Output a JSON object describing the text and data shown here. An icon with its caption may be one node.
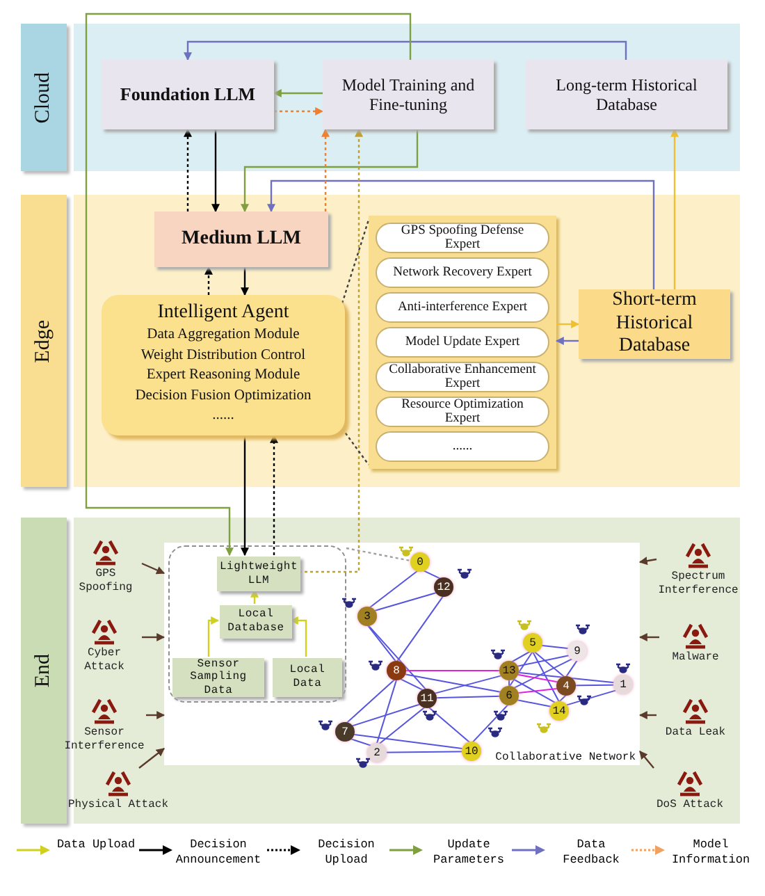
{
  "diagram": {
    "nodes": [
      {
        "text": [
          "Cloud"
        ]
      },
      {
        "text": [
          "Foundation LLM"
        ],
        "in": 0
      },
      {
        "text": [
          "Model Training and Fine-tuning"
        ],
        "in": 0
      },
      {
        "text": [
          "Long-term Historical Database"
        ],
        "in": 0
      },
      {
        "text": [
          "Edge"
        ]
      },
      {
        "text": [
          "Medium LLM"
        ],
        "in": 4
      },
      {
        "text": [
          "Intelligent Agent",
          "Data Aggregation Module",
          "Weight Distribution Control",
          "Expert Reasoning Module",
          "Decision Fusion Optimization",
          "......"
        ],
        "in": 4
      },
      {
        "text": [],
        "shape": "box",
        "in": 4
      },
      {
        "text": [
          "GPS Spoofing Defense Expert"
        ],
        "in": 7
      },
      {
        "text": [
          "Network Recovery Expert"
        ],
        "in": 7
      },
      {
        "text": [
          "Anti-interference Expert"
        ],
        "in": 7
      },
      {
        "text": [
          "Model Update Expert"
        ],
        "in": 7
      },
      {
        "text": [
          "Collaborative Enhancement Expert"
        ],
        "in": 7
      },
      {
        "text": [
          "Resource Optimization Expert"
        ],
        "in": 7
      },
      {
        "text": [
          "......"
        ],
        "in": 7
      },
      {
        "text": [
          "Short-term Historical Database"
        ],
        "in": 4
      },
      {
        "text": [
          "End"
        ]
      },
      {
        "text": [
          "GPS Spoofing"
        ],
        "in": 16
      },
      {
        "text": [
          "Cyber Attack"
        ],
        "in": 16
      },
      {
        "text": [
          "Sensor Interference"
        ],
        "in": 16
      },
      {
        "text": [
          "Physical Attack"
        ],
        "in": 16
      },
      {
        "text": [
          "Collaborative Network"
        ],
        "in": 16
      },
      {
        "text": [],
        "shape": "box",
        "in": 21
      },
      {
        "text": [
          "Lightweight LLM"
        ],
        "in": 22
      },
      {
        "text": [
          "Local Database"
        ],
        "in": 22
      },
      {
        "text": [
          "Sensor Sampling Data"
        ],
        "in": 22
      },
      {
        "text": [
          "Local Data"
        ],
        "in": 22
      },
      {
        "text": [
          "0"
        ],
        "in": 21
      },
      {
        "text": [
          "1"
        ],
        "in": 21
      },
      {
        "text": [
          "2"
        ],
        "in": 21
      },
      {
        "text": [
          "3"
        ],
        "in": 21
      },
      {
        "text": [
          "4"
        ],
        "in": 21
      },
      {
        "text": [
          "5"
        ],
        "in": 21
      },
      {
        "text": [
          "6"
        ],
        "in": 21
      },
      {
        "text": [
          "7"
        ],
        "in": 21
      },
      {
        "text": [
          "8"
        ],
        "in": 21
      },
      {
        "text": [
          "9"
        ],
        "in": 21
      },
      {
        "text": [
          "10"
        ],
        "in": 21
      },
      {
        "text": [
          "11"
        ],
        "in": 21
      },
      {
        "text": [
          "12"
        ],
        "in": 21
      },
      {
        "text": [
          "13"
        ],
        "in": 21
      },
      {
        "text": [
          "14"
        ],
        "in": 21
      },
      {
        "text": [
          "Spectrum Interference"
        ],
        "in": 16
      },
      {
        "text": [
          "Malware"
        ],
        "in": 16
      },
      {
        "text": [
          "Data Leak"
        ],
        "in": 16
      },
      {
        "text": [
          "DoS Attack"
        ],
        "in": 16
      }
    ],
    "edges": [
      {
        "from": 2,
        "to": 1,
        "arrow": "to",
        "color": "#7fa040"
      },
      {
        "from": 1,
        "to": 2,
        "arrow": "to",
        "style": "dashed",
        "color": "#f08030"
      },
      {
        "from": 3,
        "to": 1,
        "arrow": "to",
        "color": "#7070c0"
      },
      {
        "from": 5,
        "to": 1,
        "arrow": "to",
        "style": "dashed",
        "color": "#000000"
      },
      {
        "from": 1,
        "to": 5,
        "arrow": "to",
        "color": "#000000"
      },
      {
        "from": 2,
        "to": 5,
        "arrow": "to",
        "color": "#7fa040"
      },
      {
        "from": 15,
        "to": 5,
        "arrow": "to",
        "color": "#7070c0"
      },
      {
        "from": 5,
        "to": 2,
        "arrow": "to",
        "style": "dashed",
        "color": "#f08030"
      },
      {
        "from": 23,
        "to": 2,
        "arrow": "to",
        "style": "dashed",
        "color": "#c0a030"
      },
      {
        "from": 2,
        "to": 23,
        "arrow": "to",
        "color": "#7fa040"
      },
      {
        "from": 15,
        "to": 3,
        "arrow": "to",
        "color": "#f0c030"
      },
      {
        "from": 6,
        "to": 5,
        "arrow": "to",
        "style": "dashed",
        "color": "#000000"
      },
      {
        "from": 5,
        "to": 6,
        "arrow": "to",
        "color": "#000000"
      },
      {
        "from": 6,
        "to": 7,
        "arrow": "none",
        "style": "dashed",
        "color": "#404040"
      },
      {
        "from": 7,
        "to": 15,
        "arrow": "to",
        "color": "#f0c030"
      },
      {
        "from": 15,
        "to": 7,
        "arrow": "to",
        "color": "#7070c0"
      },
      {
        "from": 6,
        "to": 23,
        "arrow": "to",
        "color": "#000000"
      },
      {
        "from": 23,
        "to": 6,
        "arrow": "to",
        "style": "dashed",
        "color": "#000000"
      },
      {
        "from": 24,
        "to": 23,
        "arrow": "to",
        "color": "#d0d020"
      },
      {
        "from": 25,
        "to": 24,
        "arrow": "to",
        "color": "#d0d020"
      },
      {
        "from": 26,
        "to": 24,
        "arrow": "to",
        "color": "#d0d020"
      },
      {
        "from": 22,
        "to": 27,
        "arrow": "none",
        "style": "dashed",
        "color": "#a0a0a0"
      },
      {
        "from": 17,
        "to": 21,
        "arrow": "to",
        "color": "#5a3a2a"
      },
      {
        "from": 18,
        "to": 21,
        "arrow": "to",
        "color": "#5a3a2a"
      },
      {
        "from": 19,
        "to": 21,
        "arrow": "to",
        "color": "#5a3a2a"
      },
      {
        "from": 20,
        "to": 21,
        "arrow": "to",
        "color": "#5a3a2a"
      },
      {
        "from": 42,
        "to": 21,
        "arrow": "to",
        "color": "#5a3a2a"
      },
      {
        "from": 43,
        "to": 21,
        "arrow": "to",
        "color": "#5a3a2a"
      },
      {
        "from": 44,
        "to": 21,
        "arrow": "to",
        "color": "#5a3a2a"
      },
      {
        "from": 45,
        "to": 21,
        "arrow": "to",
        "color": "#5a3a2a"
      },
      {
        "from": 27,
        "to": 39,
        "arrow": "none"
      },
      {
        "from": 27,
        "to": 30,
        "arrow": "none"
      },
      {
        "from": 30,
        "to": 39,
        "arrow": "none"
      },
      {
        "from": 39,
        "to": 35,
        "arrow": "none"
      },
      {
        "from": 30,
        "to": 35,
        "arrow": "none"
      },
      {
        "from": 30,
        "to": 38,
        "arrow": "none"
      },
      {
        "from": 35,
        "to": 38,
        "arrow": "none"
      },
      {
        "from": 35,
        "to": 34,
        "arrow": "none"
      },
      {
        "from": 35,
        "to": 29,
        "arrow": "none"
      },
      {
        "from": 35,
        "to": 40,
        "arrow": "none",
        "color": "#e020e0"
      },
      {
        "from": 35,
        "to": 33,
        "arrow": "none"
      },
      {
        "from": 38,
        "to": 34,
        "arrow": "none"
      },
      {
        "from": 38,
        "to": 29,
        "arrow": "none"
      },
      {
        "from": 38,
        "to": 37,
        "arrow": "none"
      },
      {
        "from": 38,
        "to": 40,
        "arrow": "none"
      },
      {
        "from": 38,
        "to": 33,
        "arrow": "none"
      },
      {
        "from": 34,
        "to": 29,
        "arrow": "none"
      },
      {
        "from": 34,
        "to": 37,
        "arrow": "none"
      },
      {
        "from": 29,
        "to": 37,
        "arrow": "none"
      },
      {
        "from": 37,
        "to": 33,
        "arrow": "none"
      },
      {
        "from": 32,
        "to": 40,
        "arrow": "none"
      },
      {
        "from": 32,
        "to": 33,
        "arrow": "none"
      },
      {
        "from": 32,
        "to": 36,
        "arrow": "none"
      },
      {
        "from": 32,
        "to": 31,
        "arrow": "none"
      },
      {
        "from": 32,
        "to": 41,
        "arrow": "none"
      },
      {
        "from": 36,
        "to": 40,
        "arrow": "none"
      },
      {
        "from": 36,
        "to": 33,
        "arrow": "none"
      },
      {
        "from": 36,
        "to": 31,
        "arrow": "none"
      },
      {
        "from": 40,
        "to": 33,
        "arrow": "none"
      },
      {
        "from": 40,
        "to": 31,
        "arrow": "none",
        "color": "#e020e0"
      },
      {
        "from": 40,
        "to": 41,
        "arrow": "none"
      },
      {
        "from": 40,
        "to": 28,
        "arrow": "none"
      },
      {
        "from": 33,
        "to": 31,
        "arrow": "none",
        "color": "#e020e0"
      },
      {
        "from": 33,
        "to": 41,
        "arrow": "none"
      },
      {
        "from": 31,
        "to": 28,
        "arrow": "none"
      },
      {
        "from": 41,
        "to": 28,
        "arrow": "none"
      },
      {
        "from": 31,
        "to": 41,
        "arrow": "none"
      }
    ],
    "legend": [
      {
        "text": "Data Upload",
        "color": "#d0d020"
      },
      {
        "text": "Decision Announcement",
        "color": "#000000"
      },
      {
        "text": "Decision Upload",
        "color": "#000000"
      },
      {
        "text": "Update Parameters",
        "color": "#7fa040"
      },
      {
        "text": "Data Feedback",
        "color": "#7070c0"
      },
      {
        "text": "Model Information",
        "color": "#f0a060"
      }
    ]
  }
}
